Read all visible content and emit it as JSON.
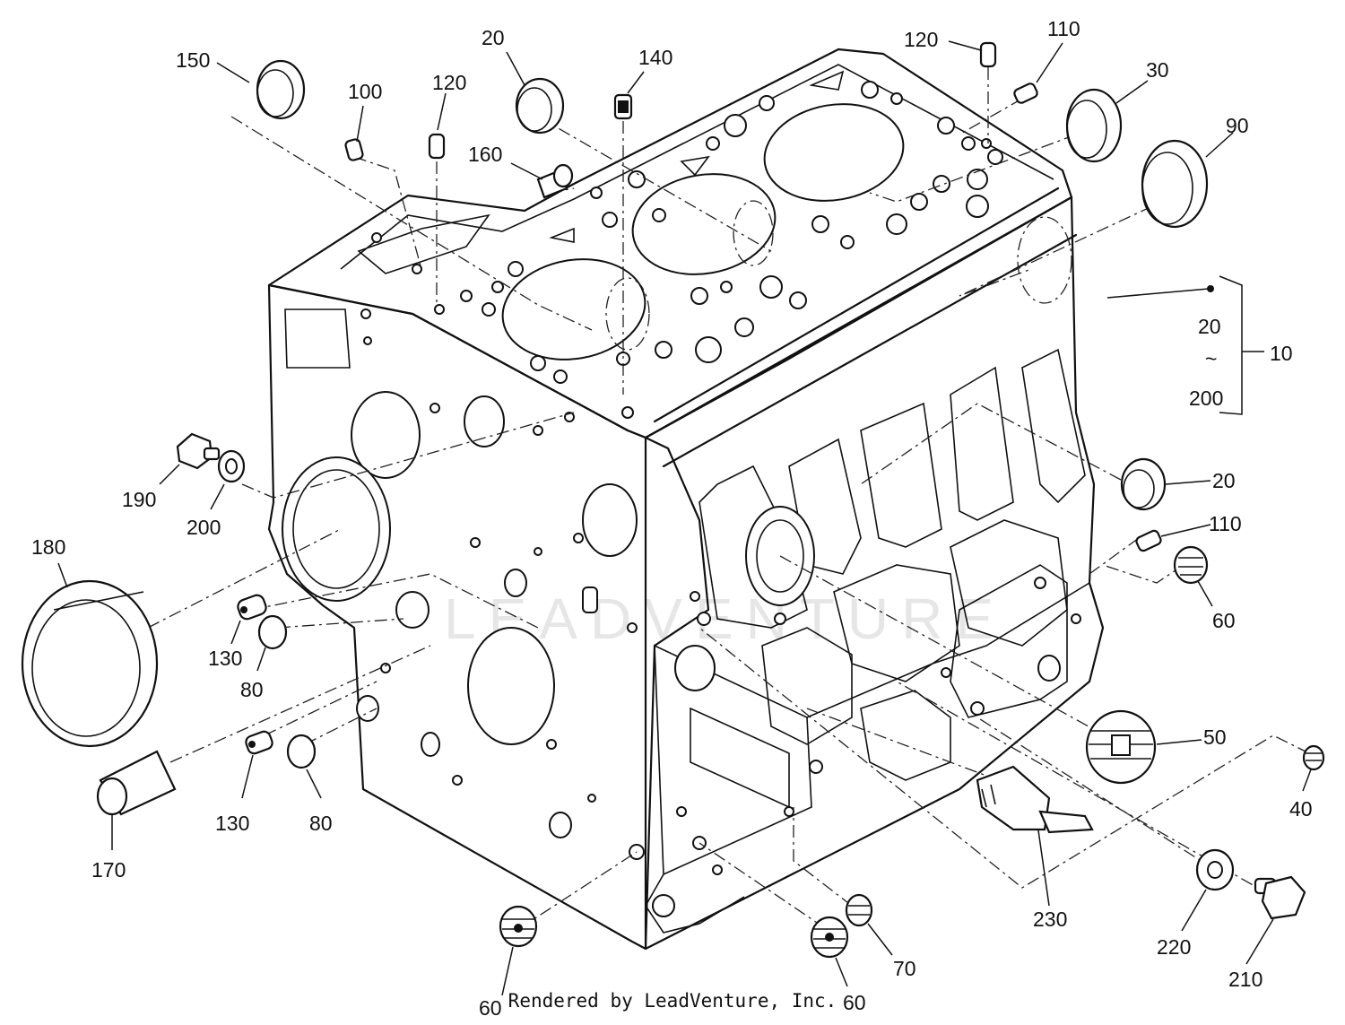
{
  "footer": "Rendered by LeadVenture, Inc.",
  "watermark": "LEADVENTURE",
  "range_label": {
    "from": "20",
    "tilde": "~",
    "to": "200",
    "assembly": "10"
  },
  "callouts": [
    {
      "id": "c150",
      "text": "150"
    },
    {
      "id": "c100",
      "text": "100"
    },
    {
      "id": "c120a",
      "text": "120"
    },
    {
      "id": "c20a",
      "text": "20"
    },
    {
      "id": "c140",
      "text": "140"
    },
    {
      "id": "c160",
      "text": "160"
    },
    {
      "id": "c120b",
      "text": "120"
    },
    {
      "id": "c110a",
      "text": "110"
    },
    {
      "id": "c30",
      "text": "30"
    },
    {
      "id": "c90",
      "text": "90"
    },
    {
      "id": "c190",
      "text": "190"
    },
    {
      "id": "c200",
      "text": "200"
    },
    {
      "id": "c180",
      "text": "180"
    },
    {
      "id": "c130a",
      "text": "130"
    },
    {
      "id": "c80a",
      "text": "80"
    },
    {
      "id": "c130b",
      "text": "130"
    },
    {
      "id": "c80b",
      "text": "80"
    },
    {
      "id": "c170",
      "text": "170"
    },
    {
      "id": "c20b",
      "text": "20"
    },
    {
      "id": "c110b",
      "text": "110"
    },
    {
      "id": "c60a",
      "text": "60"
    },
    {
      "id": "c50",
      "text": "50"
    },
    {
      "id": "c40",
      "text": "40"
    },
    {
      "id": "c230",
      "text": "230"
    },
    {
      "id": "c220",
      "text": "220"
    },
    {
      "id": "c210",
      "text": "210"
    },
    {
      "id": "c70",
      "text": "70"
    },
    {
      "id": "c60b",
      "text": "60"
    },
    {
      "id": "c60c",
      "text": "60"
    }
  ]
}
